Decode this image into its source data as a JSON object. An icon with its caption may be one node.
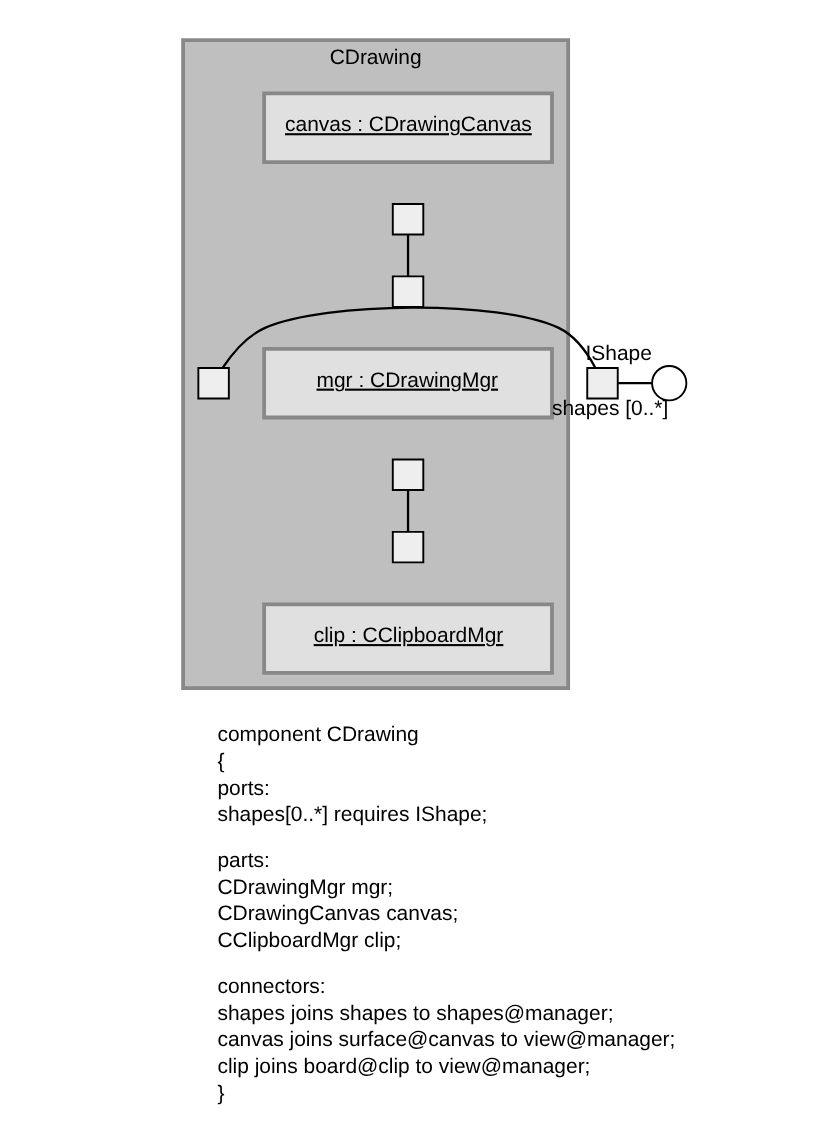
{
  "diagram": {
    "nodes": [
      {
        "text": [
          "CDrawing"
        ]
      },
      {
        "text": [
          "canvas : CDrawingCanvas"
        ],
        "in": 0
      },
      {
        "text": [
          "mgr : CDrawingMgr"
        ],
        "in": 0
      },
      {
        "text": [
          "clip : CClipboardMgr"
        ],
        "in": 0
      },
      {
        "text": [],
        "shape": "box",
        "in": 0
      },
      {
        "text": [],
        "shape": "box",
        "in": 0
      },
      {
        "text": [],
        "shape": "box",
        "in": 0
      },
      {
        "text": [],
        "shape": "box",
        "in": 0
      },
      {
        "text": [],
        "shape": "box",
        "in": 0
      },
      {
        "text": [],
        "shape": "box",
        "beside": [
          "shapes [0..*]"
        ]
      },
      {
        "text": [],
        "shape": "arc",
        "beside": [
          "IShape"
        ]
      }
    ],
    "edges": [
      {
        "from": 4,
        "to": 5,
        "arrow": "none"
      },
      {
        "from": 7,
        "to": 8,
        "arrow": "none"
      },
      {
        "from": 6,
        "to": 9,
        "arrow": "none"
      },
      {
        "from": 9,
        "to": 10,
        "arrow": "none"
      }
    ],
    "labels": [
      "component CDrawing",
      "{",
      "ports:",
      "shapes[0..*] requires IShape;",
      "parts:",
      "CDrawingMgr mgr;",
      "CDrawingCanvas canvas;",
      "CClipboardMgr clip;",
      "connectors:",
      "shapes joins shapes to shapes@manager;",
      "canvas joins surface@canvas to view@manager;",
      "clip joins board@clip to view@manager;",
      "}"
    ]
  }
}
